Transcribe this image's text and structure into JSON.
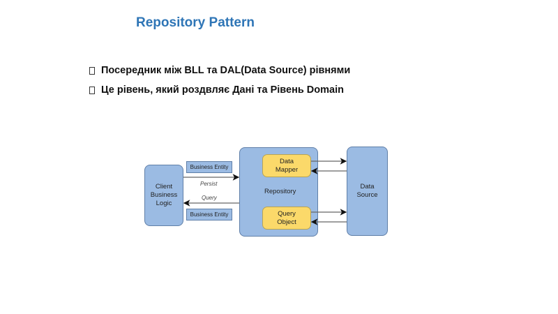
{
  "title": "Repository Pattern",
  "bullets": [
    "Посередник між BLL та DAL(Data Source) рівнями",
    "Це рівень, який роздвляє Дані та Рівень Domain"
  ],
  "diagram": {
    "client": "Client Business Logic",
    "entity_top": "Business Entity",
    "entity_bottom": "Business Entity",
    "persist": "Persist",
    "query": "Query",
    "repository": "Repository",
    "data_mapper": "Data Mapper",
    "query_object": "Query Object",
    "data_source": "Data Source",
    "colors": {
      "box": "#9bbbe3",
      "inner": "#fbd96a",
      "title": "#2e75b6"
    }
  }
}
